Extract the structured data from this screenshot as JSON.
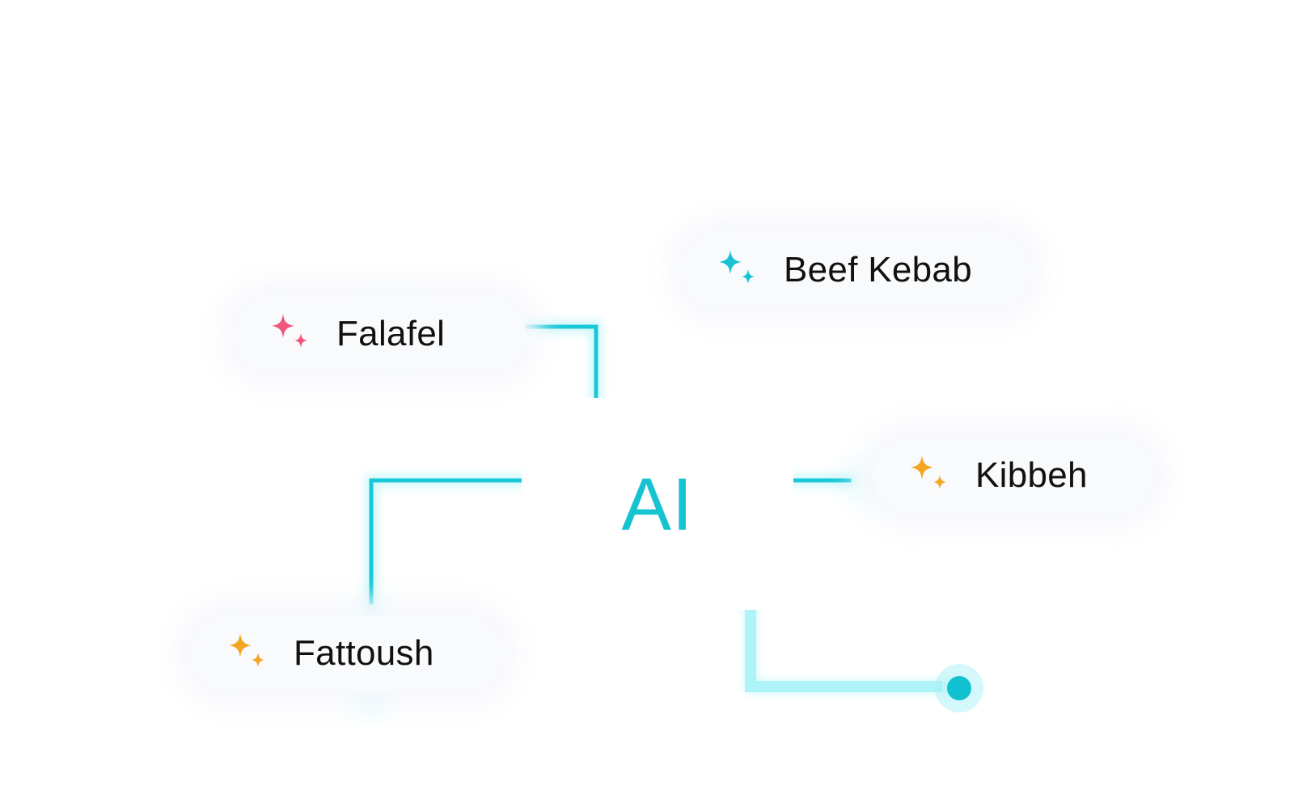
{
  "hub": {
    "label": "AI",
    "color": "#16c3d1"
  },
  "nodes": [
    {
      "label": "Falafel",
      "icon": "sparkle-icon",
      "icon_color": "#f1567d"
    },
    {
      "label": "Beef Kebab",
      "icon": "sparkle-icon",
      "icon_color": "#18c2d0"
    },
    {
      "label": "Kibbeh",
      "icon": "sparkle-icon",
      "icon_color": "#f5a524"
    },
    {
      "label": "Fattoush",
      "icon": "sparkle-icon",
      "icon_color": "#f5a524"
    }
  ],
  "connector": {
    "color": "#19c8d6",
    "glow_color": "#9ff0f6",
    "endpoint_color": "#11c1cf"
  }
}
